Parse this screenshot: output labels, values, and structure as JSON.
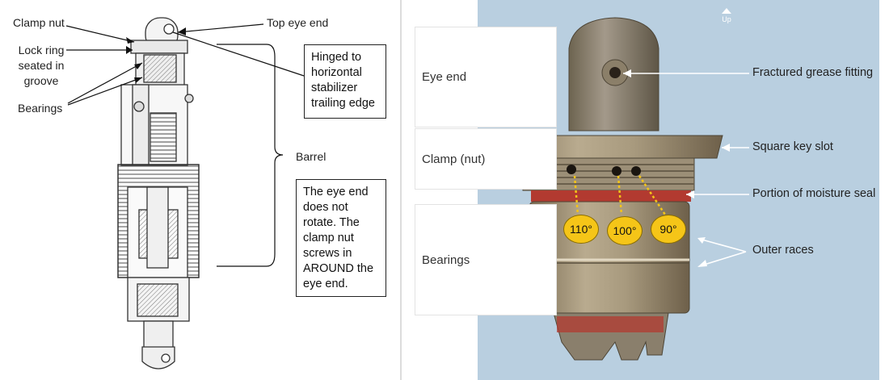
{
  "left": {
    "labels": {
      "clamp_nut": "Clamp nut",
      "top_eye_end": "Top eye end",
      "lock_ring": "Lock ring seated in groove",
      "bearings": "Bearings",
      "barrel": "Barrel"
    },
    "notes": {
      "hinged": "Hinged to horizontal stabilizer trailing edge",
      "eye_end": "The eye end does not rotate. The clamp nut screws in AROUND the eye end."
    }
  },
  "right": {
    "side_labels": {
      "eye_end": "Eye end",
      "clamp_nut": "Clamp (nut)",
      "bearings": "Bearings"
    },
    "callouts": {
      "grease_fitting": "Fractured grease fitting",
      "square_key_slot": "Square key slot",
      "moisture_seal": "Portion of moisture seal",
      "outer_races": "Outer races"
    },
    "angle_badges": [
      "110°",
      "100°",
      "90°"
    ],
    "up_control": "Up"
  }
}
